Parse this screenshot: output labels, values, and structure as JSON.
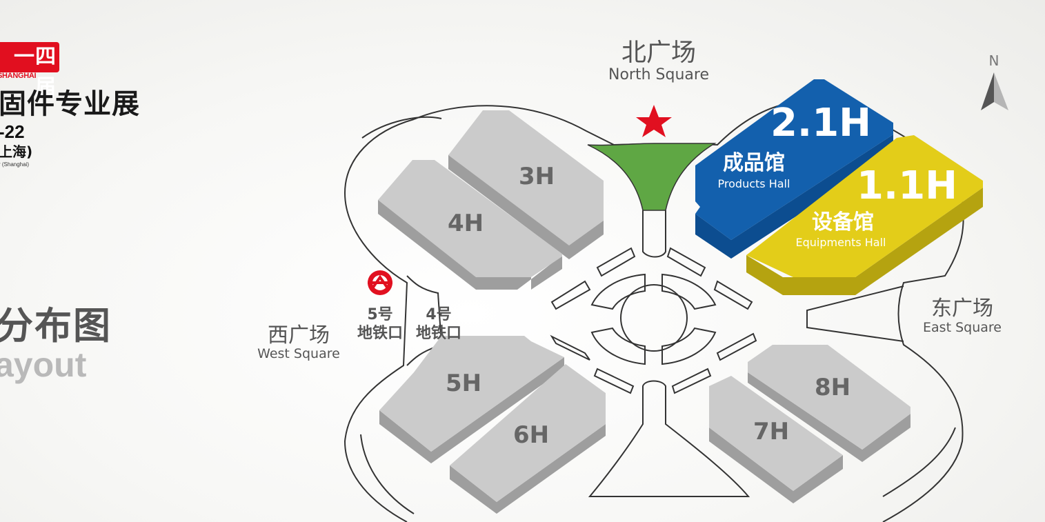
{
  "header": {
    "edition_badge": "一四届",
    "edition_sub": "SHANGHAI",
    "exhibition_title": "固件专业展",
    "date": "-22",
    "venue": "上海)",
    "venue_en": "r (Shanghai)"
  },
  "page_heading": {
    "cn": "分布图",
    "en": "ayout"
  },
  "compass": {
    "label": "N"
  },
  "squares": {
    "north": {
      "cn": "北广场",
      "en": "North Square"
    },
    "west": {
      "cn": "西广场",
      "en": "West Square"
    },
    "east": {
      "cn": "东广场",
      "en": "East Square"
    }
  },
  "metro": {
    "exit5": {
      "line": "5号",
      "label": "地铁口"
    },
    "exit4": {
      "line": "4号",
      "label": "地铁口"
    }
  },
  "halls": {
    "h3": "3H",
    "h4": "4H",
    "h5": "5H",
    "h6": "6H",
    "h7": "7H",
    "h8": "8H",
    "h21": {
      "name": "2.1H",
      "cn": "成品馆",
      "en": "Products Hall"
    },
    "h11": {
      "name": "1.1H",
      "cn": "设备馆",
      "en": "Equipments Hall"
    }
  },
  "colors": {
    "products_hall": "#1360ad",
    "equipments_hall": "#e3cd19",
    "north_plaza": "#5fa744",
    "grey_hall": "#cbcbcb",
    "badge_red": "#e10f1f",
    "star": "#e11020"
  }
}
